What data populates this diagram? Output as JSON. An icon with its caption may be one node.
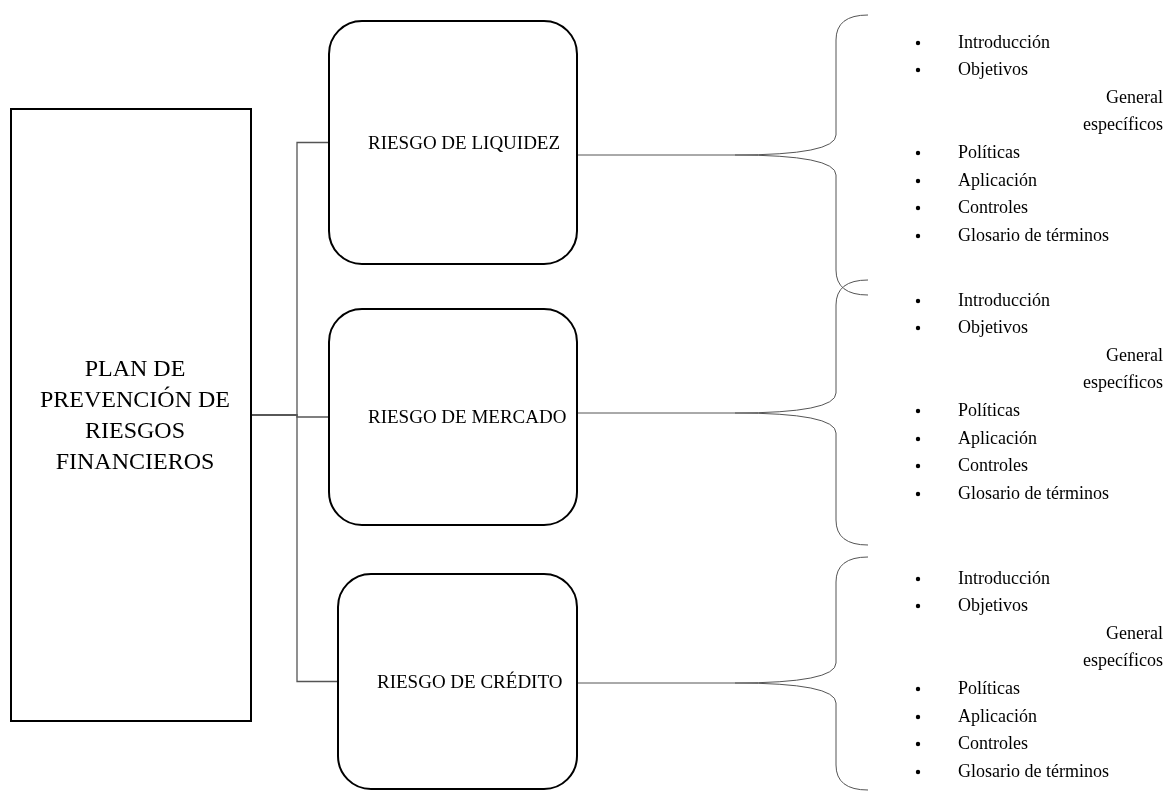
{
  "diagram": {
    "nodes": [
      {
        "text": [
          "PLAN DE PREVENCIÓN DE RIESGOS FINANCIEROS"
        ]
      },
      {
        "text": [
          "RIESGO DE LIQUIDEZ"
        ]
      },
      {
        "text": [
          "RIESGO DE MERCADO"
        ]
      },
      {
        "text": [
          "RIESGO DE CRÉDITO"
        ]
      }
    ],
    "edges": [
      {
        "from": 0,
        "to": 1,
        "arrow": "none"
      },
      {
        "from": 0,
        "to": 2,
        "arrow": "none"
      },
      {
        "from": 0,
        "to": 3,
        "arrow": "none"
      }
    ],
    "labels": [
      "Introducción",
      "Objetivos",
      "General",
      "específicos",
      "Políticas",
      "Aplicación",
      "Controles",
      "Glosario de términos",
      "Introducción",
      "Objetivos",
      "General",
      "específicos",
      "Políticas",
      "Aplicación",
      "Controles",
      "Glosario de términos",
      "Introducción",
      "Objetivos",
      "General",
      "específicos",
      "Políticas",
      "Aplicación",
      "Controles",
      "Glosario de términos"
    ]
  }
}
